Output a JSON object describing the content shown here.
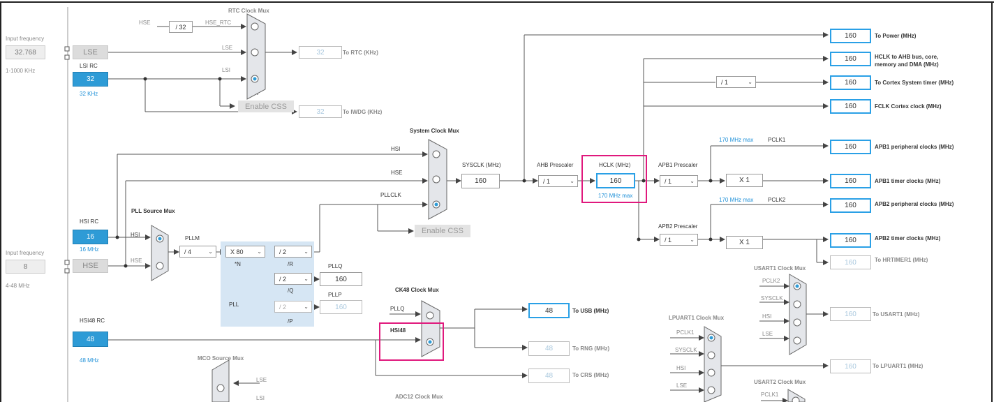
{
  "left": {
    "input_freq_title_1": "Input frequency",
    "input_freq_value_1": "32.768",
    "input_freq_range_1": "1-1000 KHz",
    "input_freq_title_2": "Input frequency",
    "input_freq_value_2": "8",
    "input_freq_range_2": "4-48 MHz"
  },
  "sources": {
    "lse": "LSE",
    "lsi_title": "LSI RC",
    "lsi_value": "32",
    "lsi_freq": "32 KHz",
    "hsi_title": "HSI RC",
    "hsi_value": "16",
    "hsi_freq": "16 MHz",
    "hse": "HSE",
    "hsi48_title": "HSI48 RC",
    "hsi48_value": "48",
    "hsi48_freq": "48 MHz"
  },
  "rtc": {
    "title": "RTC Clock Mux",
    "hse": "HSE",
    "div": "/ 32",
    "hse_rtc": "HSE_RTC",
    "lse": "LSE",
    "lsi": "LSI",
    "rtc_value": "32",
    "rtc_label": "To RTC (KHz)",
    "enable_css": "Enable CSS",
    "iwdg_value": "32",
    "iwdg_label": "To IWDG (KHz)"
  },
  "pll": {
    "source_mux_title": "PLL Source Mux",
    "hsi": "HSI",
    "hse": "HSE",
    "pllm_label": "PLLM",
    "pllm_value": "/ 4",
    "n_value": "X 80",
    "n_label": "*N",
    "r_value": "/ 2",
    "r_label": "/R",
    "q_value": "/ 2",
    "q_label": "/Q",
    "p_value": "/ 2",
    "p_label": "/P",
    "pll_label": "PLL",
    "pllq_label": "PLLQ",
    "pllq_value": "160",
    "pllp_label": "PLLP",
    "pllp_value": "160"
  },
  "sysclk": {
    "title": "System Clock Mux",
    "hsi": "HSI",
    "hse": "HSE",
    "pllclk": "PLLCLK",
    "label": "SYSCLK (MHz)",
    "value": "160",
    "enable_css": "Enable CSS"
  },
  "ahb": {
    "prescaler_label": "AHB Prescaler",
    "prescaler_value": "/ 1",
    "hclk_label": "HCLK (MHz)",
    "hclk_value": "160",
    "hclk_max": "170 MHz max"
  },
  "outputs": {
    "power_value": "160",
    "power_label": "To Power (MHz)",
    "ahb_value": "160",
    "ahb_label_1": "HCLK to AHB bus, core,",
    "ahb_label_2": "memory and DMA (MHz)",
    "cortex_div": "/ 1",
    "cortex_value": "160",
    "cortex_label": "To Cortex System timer (MHz)",
    "fclk_value": "160",
    "fclk_label": "FCLK Cortex clock (MHz)"
  },
  "apb1": {
    "prescaler_label": "APB1 Prescaler",
    "prescaler_value": "/ 1",
    "max": "170 MHz max",
    "pclk": "PCLK1",
    "periph_value": "160",
    "periph_label": "APB1 peripheral clocks (MHz)",
    "mult": "X 1",
    "timer_value": "160",
    "timer_label": "APB1 timer clocks (MHz)"
  },
  "apb2": {
    "prescaler_label": "APB2 Prescaler",
    "prescaler_value": "/ 1",
    "max": "170 MHz max",
    "pclk": "PCLK2",
    "periph_value": "160",
    "periph_label": "APB2 peripheral clocks (MHz)",
    "mult": "X 1",
    "timer_value": "160",
    "timer_label": "APB2 timer clocks (MHz)",
    "hrtim_value": "160",
    "hrtim_label": "To HRTIMER1 (MHz)"
  },
  "ck48": {
    "title": "CK48 Clock Mux",
    "pllq": "PLLQ",
    "hsi48": "HSI48",
    "usb_value": "48",
    "usb_label": "To USB (MHz)",
    "rng_value": "48",
    "rng_label": "To RNG (MHz)",
    "crs_value": "48",
    "crs_label": "To CRS (MHz)"
  },
  "mco": {
    "title": "MCO Source Mux",
    "lse": "LSE",
    "lsi": "LSI"
  },
  "adc": {
    "title": "ADC12 Clock Mux"
  },
  "usart1": {
    "title": "USART1 Clock Mux",
    "pclk2": "PCLK2",
    "sysclk": "SYSCLK",
    "hsi": "HSI",
    "lse": "LSE",
    "value": "160",
    "label": "To USART1 (MHz)"
  },
  "lpuart1": {
    "title": "LPUART1 Clock Mux",
    "pclk1": "PCLK1",
    "sysclk": "SYSCLK",
    "hsi": "HSI",
    "lse": "LSE",
    "value": "160",
    "label": "To LPUART1 (MHz)"
  },
  "usart2": {
    "title": "USART2 Clock Mux",
    "pclk1": "PCLK1"
  },
  "colors": {
    "accent": "#2e9bd6",
    "highlight": "#e0197d",
    "pll_bg": "#d6e6f4"
  }
}
